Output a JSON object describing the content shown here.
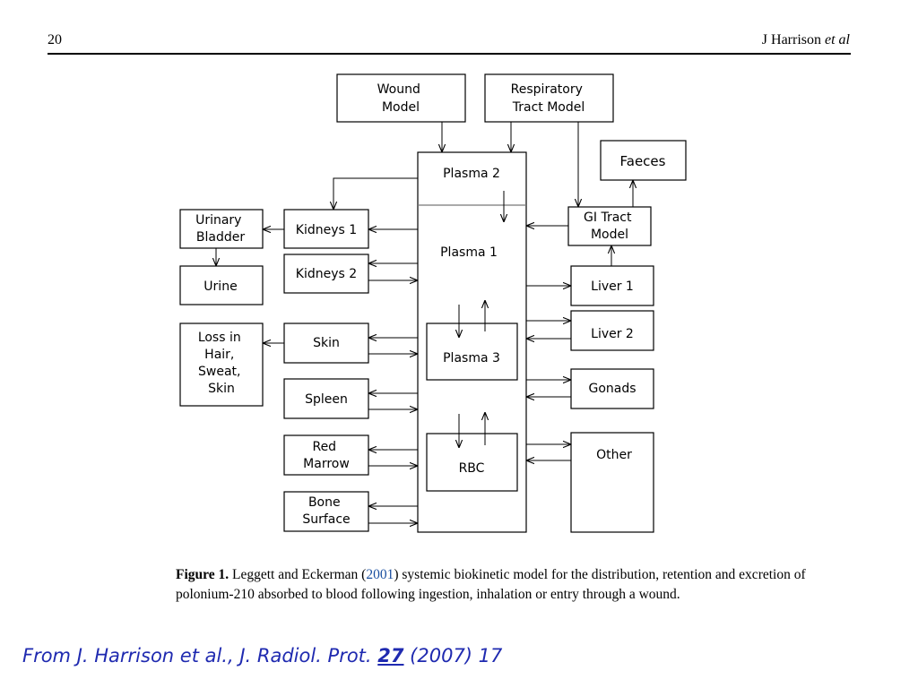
{
  "header": {
    "page_number": "20",
    "author": "J Harrison",
    "author_suffix": "et al"
  },
  "boxes": {
    "wound_model": [
      "Wound",
      "Model"
    ],
    "respiratory_tract_model": [
      "Respiratory",
      "Tract Model"
    ],
    "faeces": [
      "Faeces"
    ],
    "plasma2": [
      "Plasma 2"
    ],
    "plasma1": [
      "Plasma 1"
    ],
    "plasma3": [
      "Plasma 3"
    ],
    "rbc": [
      "RBC"
    ],
    "gi_tract_model": [
      "GI Tract",
      "Model"
    ],
    "urinary_bladder": [
      "Urinary",
      "Bladder"
    ],
    "kidneys1": [
      "Kidneys 1"
    ],
    "kidneys2": [
      "Kidneys 2"
    ],
    "urine": [
      "Urine"
    ],
    "loss": [
      "Loss in",
      "Hair,",
      "Sweat,",
      "Skin"
    ],
    "skin": [
      "Skin"
    ],
    "spleen": [
      "Spleen"
    ],
    "red_marrow": [
      "Red",
      "Marrow"
    ],
    "bone_surface": [
      "Bone",
      "Surface"
    ],
    "liver1": [
      "Liver 1"
    ],
    "liver2": [
      "Liver 2"
    ],
    "gonads": [
      "Gonads"
    ],
    "other": [
      "Other"
    ]
  },
  "caption": {
    "label": "Figure 1.",
    "pre": "Leggett and Eckerman (",
    "year": "2001",
    "post": ") systemic biokinetic model for the distribution, retention and excretion of polonium-210 absorbed to blood following ingestion, inhalation or entry through a wound."
  },
  "source": {
    "pre": "From J. Harrison et al., J. Radiol. Prot. ",
    "volume": "27",
    "post": " (2007) 17"
  }
}
